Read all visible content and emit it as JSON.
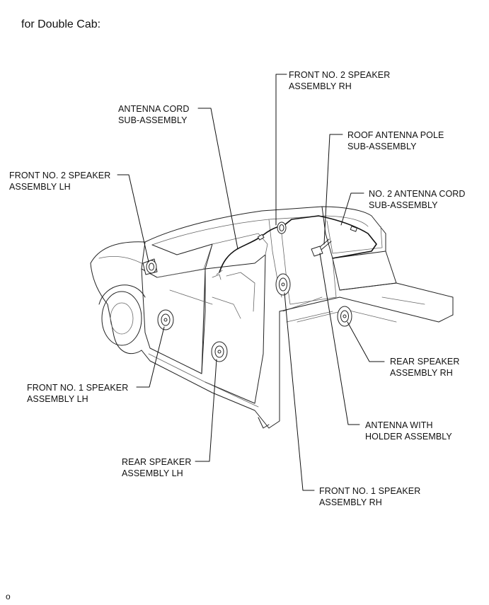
{
  "title": "for Double Cab:",
  "labels": {
    "front2_rh": [
      "FRONT NO. 2 SPEAKER",
      "ASSEMBLY RH"
    ],
    "antenna_cord": [
      "ANTENNA CORD",
      "SUB-ASSEMBLY"
    ],
    "roof_pole": [
      "ROOF ANTENNA POLE",
      "SUB-ASSEMBLY"
    ],
    "front2_lh": [
      "FRONT NO. 2 SPEAKER",
      "ASSEMBLY LH"
    ],
    "no2_cord": [
      "NO. 2 ANTENNA CORD",
      "SUB-ASSEMBLY"
    ],
    "rear_rh": [
      "REAR SPEAKER",
      "ASSEMBLY RH"
    ],
    "front1_lh": [
      "FRONT NO. 1 SPEAKER",
      "ASSEMBLY LH"
    ],
    "antenna_holder": [
      "ANTENNA WITH",
      "HOLDER ASSEMBLY"
    ],
    "rear_lh": [
      "REAR SPEAKER",
      "ASSEMBLY LH"
    ],
    "front1_rh": [
      "FRONT NO. 1 SPEAKER",
      "ASSEMBLY RH"
    ]
  },
  "footer_code": "o"
}
